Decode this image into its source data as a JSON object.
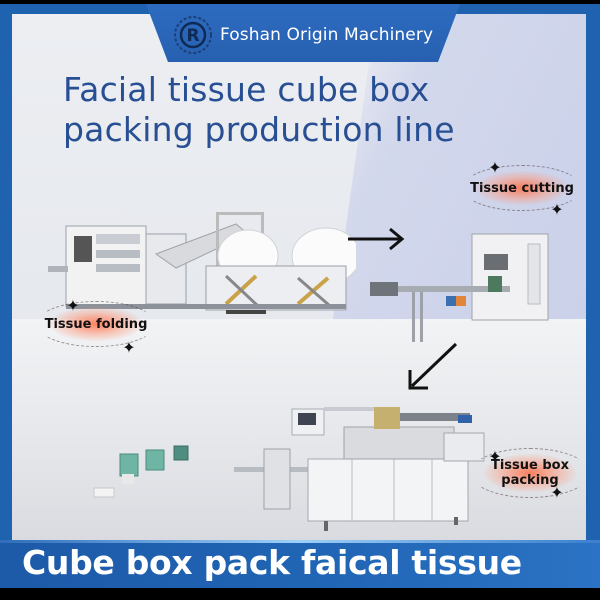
{
  "brand": {
    "logo_icon": "registered-trademark-gear-icon",
    "name": "Foshan Origin Machinery"
  },
  "title": {
    "line1": "Facial tissue cube box",
    "line2": "packing production line"
  },
  "stages": [
    {
      "label": "Tissue cutting",
      "machine": "tissue-cutting-machine"
    },
    {
      "label": "Tissue folding",
      "machine": "tissue-folding-machine"
    },
    {
      "label_line1": "Tissue box",
      "label_line2": "packing",
      "machine": "cube-box-packing-machine"
    }
  ],
  "arrows": [
    {
      "icon": "arrow-right-icon",
      "direction": "right"
    },
    {
      "icon": "arrow-down-left-icon",
      "direction": "down-left"
    }
  ],
  "products": {
    "icon": "tissue-cube-boxes-icon",
    "count": 5
  },
  "banner": {
    "text": "Cube box pack faical tissue"
  },
  "colors": {
    "frame_blue": "#1f63b0",
    "title_blue": "#284f93",
    "badge_glow": "#ff6e46",
    "background": "#eceef2"
  }
}
